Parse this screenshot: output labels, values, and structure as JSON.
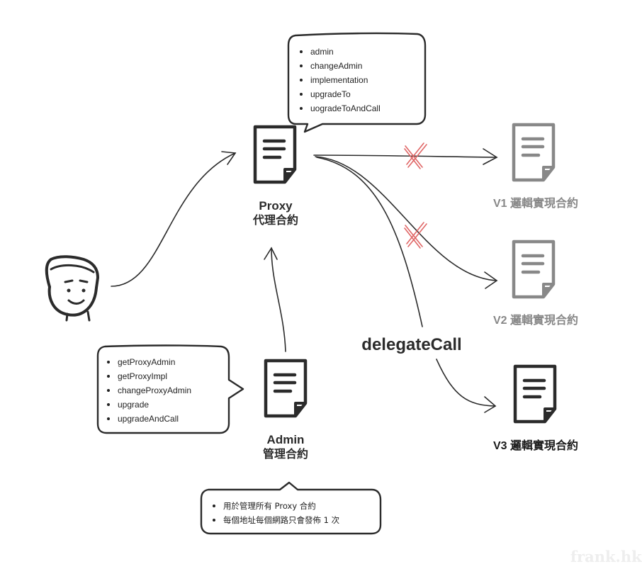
{
  "proxy": {
    "title": "Proxy",
    "subtitle": "代理合約",
    "functions": [
      "admin",
      "changeAdmin",
      "implementation",
      "upgradeTo",
      "uogradeToAndCall"
    ]
  },
  "admin": {
    "title": "Admin",
    "subtitle": "管理合約",
    "functions": [
      "getProxyAdmin",
      "getProxyImpl",
      "changeProxyAdmin",
      "upgrade",
      "upgradeAndCall"
    ],
    "notes": [
      "用於管理所有 Proxy 合約",
      "每個地址每個網路只會發佈 1 次"
    ]
  },
  "implementations": [
    {
      "label": "V1 邏輯實現合約",
      "active": false
    },
    {
      "label": "V2 邏輯實現合約",
      "active": false
    },
    {
      "label": "V3 邏輯實現合約",
      "active": true
    }
  ],
  "delegate_label": "delegateCall",
  "watermark": "frank.hk",
  "colors": {
    "ink": "#2b2b2b",
    "inactive": "#888888",
    "cross": "#e06666",
    "watermark": "#eeeeee"
  },
  "icons": {
    "user": "user-face-icon",
    "document": "document-icon",
    "cross": "cross-icon"
  }
}
